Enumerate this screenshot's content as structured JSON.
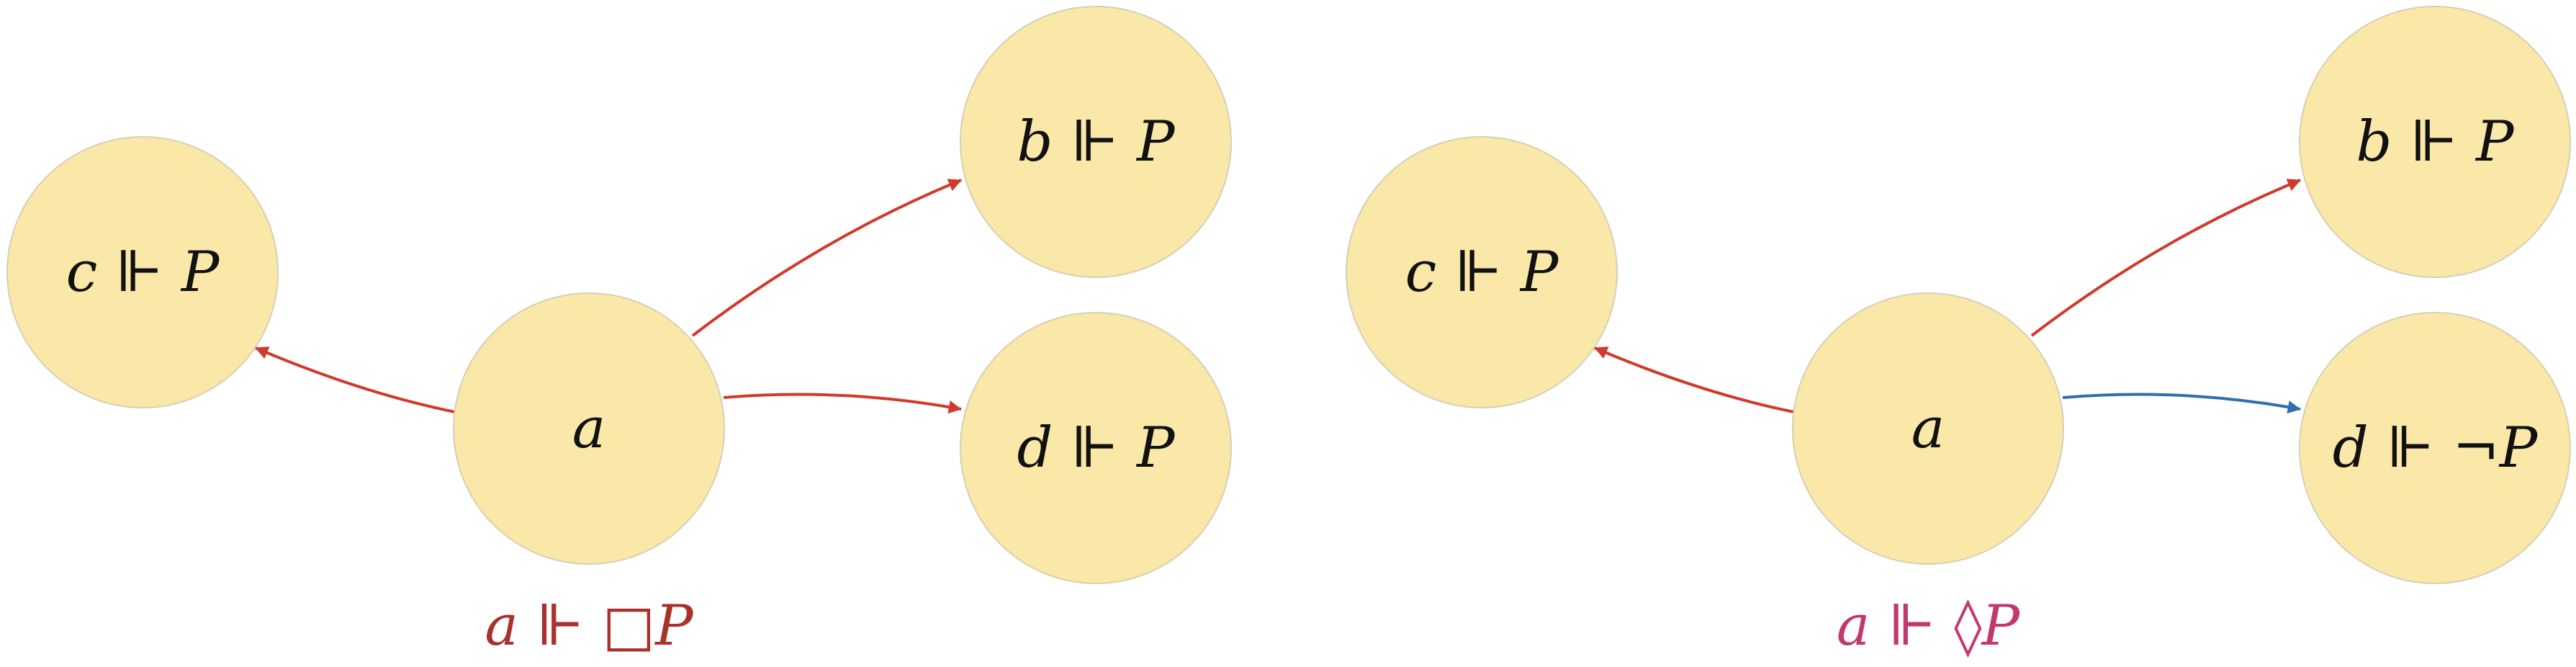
{
  "colors": {
    "node_fill": "#fae8a8",
    "edge_red": "#d0392b",
    "edge_blue": "#2f6fad",
    "caption_box": "#a8322b",
    "caption_diamond": "#c2386e"
  },
  "diagram_left": {
    "nodes": {
      "a": "a",
      "b": "b ⊩ P",
      "c": "c ⊩ P",
      "d": "d ⊩ P"
    },
    "caption": "a ⊩ □P"
  },
  "diagram_right": {
    "nodes": {
      "a": "a",
      "b": "b ⊩ P",
      "c": "c ⊩ P",
      "d": "d ⊩ ¬P"
    },
    "caption": "a ⊩ ◊P"
  }
}
